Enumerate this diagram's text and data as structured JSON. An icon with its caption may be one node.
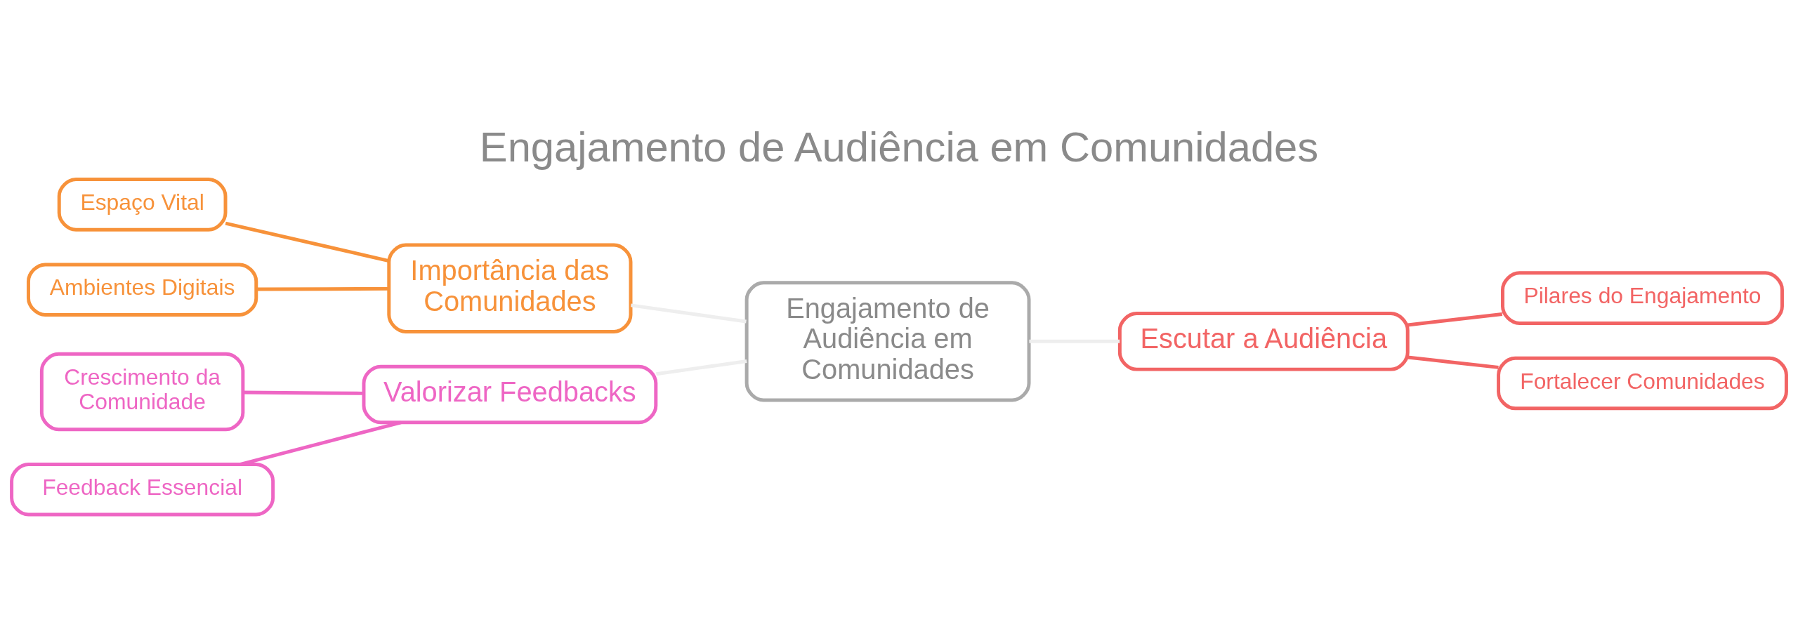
{
  "diagram": {
    "title": "Engajamento de Audiência em Comunidades",
    "nodes": [
      {
        "text": [
          "Engajamento de Audiência em Comunidades"
        ]
      },
      {
        "text": [
          "Importância das Comunidades"
        ]
      },
      {
        "text": [
          "Espaço Vital"
        ]
      },
      {
        "text": [
          "Ambientes Digitais"
        ]
      },
      {
        "text": [
          "Valorizar Feedbacks"
        ]
      },
      {
        "text": [
          "Crescimento da Comunidade"
        ]
      },
      {
        "text": [
          "Feedback Essencial"
        ]
      },
      {
        "text": [
          "Escutar a Audiência"
        ]
      },
      {
        "text": [
          "Pilares do Engajamento"
        ]
      },
      {
        "text": [
          "Fortalecer Comunidades"
        ]
      }
    ],
    "edges": [
      {
        "from": 0,
        "to": 1,
        "arrow": "none"
      },
      {
        "from": 0,
        "to": 4,
        "arrow": "none"
      },
      {
        "from": 0,
        "to": 7,
        "arrow": "none"
      },
      {
        "from": 1,
        "to": 2,
        "arrow": "none",
        "color": "#f7923a"
      },
      {
        "from": 1,
        "to": 3,
        "arrow": "none",
        "color": "#f7923a"
      },
      {
        "from": 4,
        "to": 5,
        "arrow": "none",
        "color": "#ee66c4"
      },
      {
        "from": 4,
        "to": 6,
        "arrow": "none",
        "color": "#ee66c4"
      },
      {
        "from": 7,
        "to": 8,
        "arrow": "none",
        "color": "#f26464"
      },
      {
        "from": 7,
        "to": 9,
        "arrow": "none",
        "color": "#f26464"
      }
    ]
  }
}
